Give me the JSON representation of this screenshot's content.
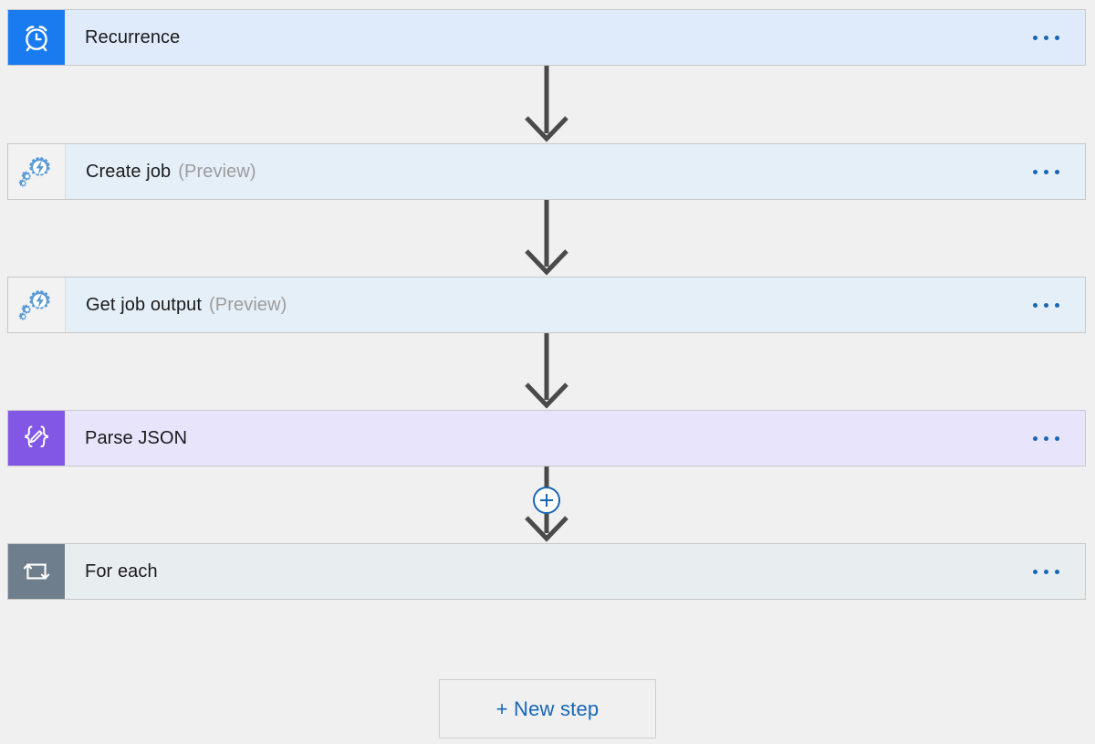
{
  "designer": {
    "background_color": "#f0f0f0",
    "accent_color": "#1866b4",
    "connector_color": "#4a4a4a"
  },
  "steps": [
    {
      "id": "recurrence",
      "title": "Recurrence",
      "suffix": "",
      "icon": "alarm-clock-icon",
      "icon_tile_color": "#1a7bf0",
      "body_color": "#dfeafb",
      "menu_label": "•••"
    },
    {
      "id": "create-job",
      "title": "Create job",
      "suffix": "(Preview)",
      "icon": "gear-lightning-icon",
      "icon_tile_color": "#f2f2f2",
      "body_color": "#e5eff8",
      "menu_label": "•••"
    },
    {
      "id": "get-job-output",
      "title": "Get job output",
      "suffix": "(Preview)",
      "icon": "gear-lightning-icon",
      "icon_tile_color": "#f2f2f2",
      "body_color": "#e5eff8",
      "menu_label": "•••"
    },
    {
      "id": "parse-json",
      "title": "Parse JSON",
      "suffix": "",
      "icon": "braces-pencil-icon",
      "icon_tile_color": "#8257e6",
      "body_color": "#e8e4fb",
      "menu_label": "•••"
    },
    {
      "id": "for-each",
      "title": "For each",
      "suffix": "",
      "icon": "loop-repeat-icon",
      "icon_tile_color": "#6f7e8c",
      "body_color": "#e8edf0",
      "menu_label": "•••"
    }
  ],
  "insert_button": {
    "label": "+",
    "name": "insert-step-button"
  },
  "new_step_button": {
    "label": "+ New step"
  }
}
